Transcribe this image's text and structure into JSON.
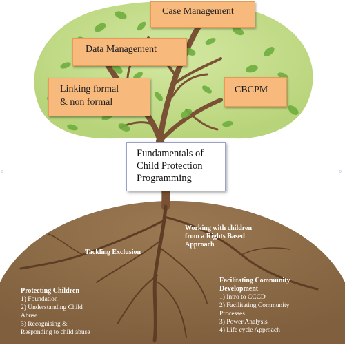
{
  "canopy_boxes": {
    "case_management": "Case Management",
    "data_management": "Data Management",
    "linking_line1": "Linking formal",
    "linking_line2": "& non formal",
    "cbcpm": "CBCPM"
  },
  "trunk_box": {
    "line1": "Fundamentals of",
    "line2": "Child Protection",
    "line3": "Programming"
  },
  "roots": {
    "rights_line1": "Working with children",
    "rights_line2": "from a Rights Based",
    "rights_line3": "Approach",
    "tackling": "Tackling Exclusion",
    "protecting": {
      "title": "Protecting Children",
      "item1": "1) Foundation",
      "item2_line1": "2) Understanding Child",
      "item2_line2": "Abuse",
      "item3_line1": "3) Recognising &",
      "item3_line2": "Responding to child abuse"
    },
    "facilitating": {
      "title_line1": "Facilitating Community",
      "title_line2": "Development",
      "item1": "1) Intro to CCCD",
      "item2_line1": "2) Facilitating Community",
      "item2_line2": "Processes",
      "item3": "3) Power Analysis",
      "item4": "4) Life cycle Approach"
    }
  },
  "colors": {
    "canopy": "#c3dc8a",
    "leaf": "#6fae3f",
    "soil": "#8b6a46",
    "trunk": "#7a5134",
    "box_fill": "#f7b97c"
  }
}
